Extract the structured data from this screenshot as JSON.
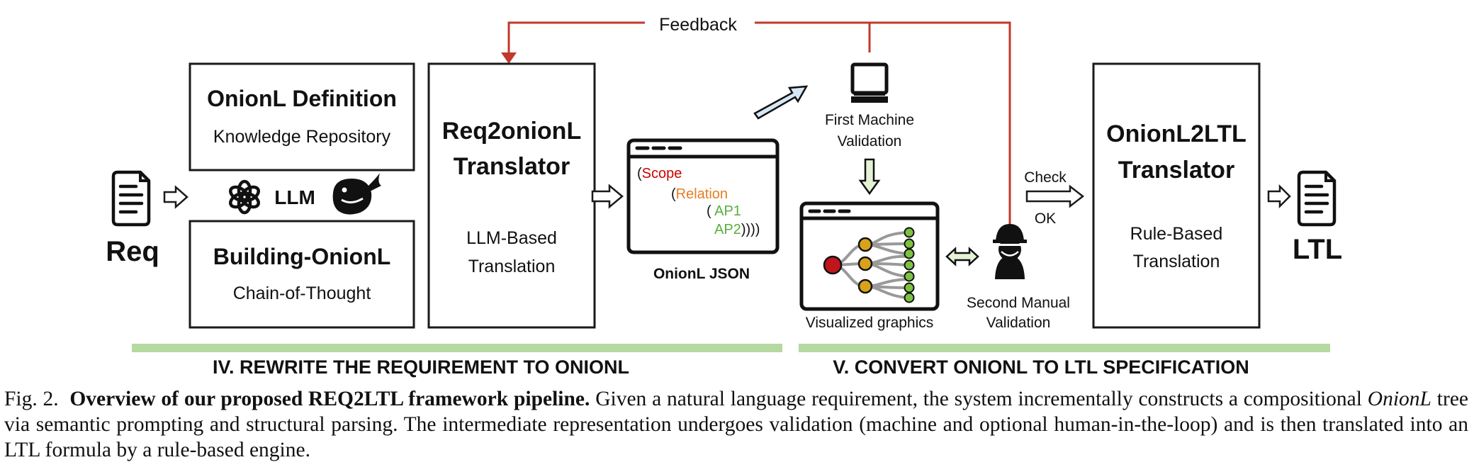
{
  "colors": {
    "feedback_line": "#c0392b",
    "section_bar": "#b5d9a0",
    "scope": "#cc0000",
    "relation": "#e67e22",
    "ap": "#5aae3c",
    "monitor_arrow_fill": "#d6e8f5",
    "down_arrow_fill": "#e6f2d6",
    "node_red": "#c0151b",
    "node_yellow": "#d9a21b",
    "node_green": "#7cc242"
  },
  "input": {
    "icon": "document-icon",
    "label": "Req"
  },
  "llm": {
    "label": "LLM",
    "icons": [
      "openai-logo-icon",
      "whale-logo-icon"
    ]
  },
  "onionl_definition": {
    "title": "OnionL Definition",
    "subtitle": "Knowledge Repository"
  },
  "building_onionl": {
    "title": "Building-OnionL",
    "subtitle": "Chain-of-Thought"
  },
  "req2onionl": {
    "title_line1": "Req2onionL",
    "title_line2": "Translator",
    "desc_line1": "LLM-Based",
    "desc_line2": "Translation"
  },
  "json_window": {
    "label": "OnionL JSON",
    "lines": [
      {
        "paren": "(",
        "text": "Scope",
        "close": ""
      },
      {
        "paren": "(",
        "text": "Relation",
        "close": ""
      },
      {
        "paren": "( ",
        "text": "AP1",
        "close": ""
      },
      {
        "paren": "",
        "text": "AP2",
        "close": "))))"
      }
    ]
  },
  "feedback": {
    "label": "Feedback"
  },
  "first_validation": {
    "icon": "computer-monitor-icon",
    "line1": "First Machine",
    "line2": "Validation"
  },
  "visualized": {
    "label": "Visualized graphics",
    "icon": "tree-graph-icon"
  },
  "second_validation": {
    "icon": "engineer-icon",
    "line1": "Second Manual",
    "line2": "Validation"
  },
  "check": {
    "line1": "Check",
    "line2": "OK"
  },
  "onionl2ltl": {
    "title_line1": "OnionL2LTL",
    "title_line2": "Translator",
    "desc_line1": "Rule-Based",
    "desc_line2": "Translation"
  },
  "output": {
    "icon": "document-icon",
    "label": "LTL"
  },
  "sections": {
    "rewrite": "IV. REWRITE THE REQUIREMENT TO ONIONL",
    "convert": "V. CONVERT ONIONL TO LTL SPECIFICATION"
  },
  "caption": {
    "prefix": "Fig. 2.",
    "bold_a": "Overview of our proposed R",
    "bold_sc": "EQ",
    "bold_b": "2LTL framework pipeline.",
    "text1": " Given a natural language requirement, the system incrementally constructs a compositional ",
    "italic": "OnionL",
    "text2": " tree via semantic prompting and structural parsing. The intermediate representation undergoes validation (machine and optional human-in-the-loop) and is then translated into an LTL formula by a rule-based engine."
  }
}
